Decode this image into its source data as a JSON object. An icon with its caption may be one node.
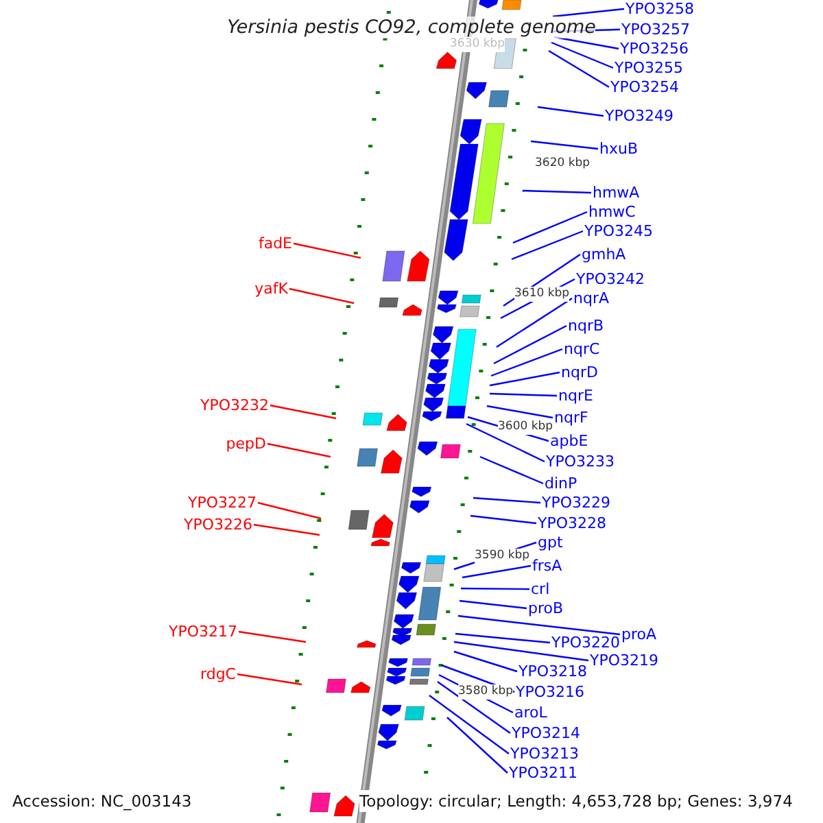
{
  "diagram": {
    "title": "Yersinia pestis CO92, complete genome",
    "nodes": [
      {
        "text": [
          "YPO3258"
        ]
      },
      {
        "text": [
          "YPO3257"
        ]
      },
      {
        "text": [
          "YPO3256"
        ]
      },
      {
        "text": [
          "YPO3255"
        ]
      },
      {
        "text": [
          "YPO3254"
        ]
      },
      {
        "text": [
          "YPO3249"
        ]
      },
      {
        "text": [
          "hxuB"
        ]
      },
      {
        "text": [
          "hmwA"
        ]
      },
      {
        "text": [
          "hmwC"
        ]
      },
      {
        "text": [
          "YPO3245"
        ]
      },
      {
        "text": [
          "fadE"
        ]
      },
      {
        "text": [
          "gmhA"
        ]
      },
      {
        "text": [
          "YPO3242"
        ]
      },
      {
        "text": [
          "yafK"
        ]
      },
      {
        "text": [
          "nqrA"
        ]
      },
      {
        "text": [
          "nqrB"
        ]
      },
      {
        "text": [
          "nqrC"
        ]
      },
      {
        "text": [
          "nqrD"
        ]
      },
      {
        "text": [
          "nqrE"
        ]
      },
      {
        "text": [
          "YPO3232"
        ]
      },
      {
        "text": [
          "nqrF"
        ]
      },
      {
        "text": [
          "apbE"
        ]
      },
      {
        "text": [
          "pepD"
        ]
      },
      {
        "text": [
          "YPO3233"
        ]
      },
      {
        "text": [
          "dinP"
        ]
      },
      {
        "text": [
          "YPO3229"
        ]
      },
      {
        "text": [
          "YPO3227"
        ]
      },
      {
        "text": [
          "YPO3228"
        ]
      },
      {
        "text": [
          "YPO3226"
        ]
      },
      {
        "text": [
          "gpt"
        ]
      },
      {
        "text": [
          "frsA"
        ]
      },
      {
        "text": [
          "crl"
        ]
      },
      {
        "text": [
          "proB"
        ]
      },
      {
        "text": [
          "YPO3217"
        ]
      },
      {
        "text": [
          "proA"
        ]
      },
      {
        "text": [
          "YPO3220"
        ]
      },
      {
        "text": [
          "YPO3219"
        ]
      },
      {
        "text": [
          "YPO3218"
        ]
      },
      {
        "text": [
          "rdgC"
        ]
      },
      {
        "text": [
          "YPO3216"
        ]
      },
      {
        "text": [
          "aroL"
        ]
      },
      {
        "text": [
          "YPO3214"
        ]
      },
      {
        "text": [
          "YPO3213"
        ]
      },
      {
        "text": [
          "YPO3211"
        ]
      }
    ],
    "edges": [
      {
        "from": 0,
        "to": null,
        "arrow": "none"
      },
      {
        "from": 1,
        "to": null,
        "arrow": "none"
      },
      {
        "from": 2,
        "to": null,
        "arrow": "none"
      },
      {
        "from": 3,
        "to": null,
        "arrow": "none"
      },
      {
        "from": 4,
        "to": null,
        "arrow": "none"
      },
      {
        "from": 5,
        "to": null,
        "arrow": "none"
      },
      {
        "from": 6,
        "to": null,
        "arrow": "none"
      },
      {
        "from": 7,
        "to": null,
        "arrow": "none"
      },
      {
        "from": 8,
        "to": null,
        "arrow": "none"
      },
      {
        "from": 9,
        "to": null,
        "arrow": "none"
      },
      {
        "from": 10,
        "to": null,
        "arrow": "none",
        "color": "#ff0000"
      },
      {
        "from": 11,
        "to": null,
        "arrow": "none"
      },
      {
        "from": 12,
        "to": null,
        "arrow": "none"
      },
      {
        "from": 13,
        "to": null,
        "arrow": "none",
        "color": "#ff0000"
      },
      {
        "from": 14,
        "to": null,
        "arrow": "none"
      },
      {
        "from": 15,
        "to": null,
        "arrow": "none"
      },
      {
        "from": 16,
        "to": null,
        "arrow": "none"
      },
      {
        "from": 17,
        "to": null,
        "arrow": "none"
      },
      {
        "from": 18,
        "to": null,
        "arrow": "none"
      },
      {
        "from": 19,
        "to": null,
        "arrow": "none",
        "color": "#ff0000"
      },
      {
        "from": 20,
        "to": null,
        "arrow": "none"
      },
      {
        "from": 21,
        "to": null,
        "arrow": "none"
      },
      {
        "from": 22,
        "to": null,
        "arrow": "none",
        "color": "#ff0000"
      },
      {
        "from": 23,
        "to": null,
        "arrow": "none"
      },
      {
        "from": 24,
        "to": null,
        "arrow": "none"
      },
      {
        "from": 25,
        "to": null,
        "arrow": "none"
      },
      {
        "from": 26,
        "to": null,
        "arrow": "none",
        "color": "#ff0000"
      },
      {
        "from": 27,
        "to": null,
        "arrow": "none"
      },
      {
        "from": 28,
        "to": null,
        "arrow": "none",
        "color": "#ff0000"
      },
      {
        "from": 29,
        "to": null,
        "arrow": "none"
      },
      {
        "from": 30,
        "to": null,
        "arrow": "none"
      },
      {
        "from": 31,
        "to": null,
        "arrow": "none"
      },
      {
        "from": 32,
        "to": null,
        "arrow": "none"
      },
      {
        "from": 33,
        "to": null,
        "arrow": "none",
        "color": "#ff0000"
      },
      {
        "from": 34,
        "to": null,
        "arrow": "none"
      },
      {
        "from": 35,
        "to": null,
        "arrow": "none"
      },
      {
        "from": 36,
        "to": null,
        "arrow": "none"
      },
      {
        "from": 37,
        "to": null,
        "arrow": "none"
      },
      {
        "from": 38,
        "to": null,
        "arrow": "none",
        "color": "#ff0000"
      },
      {
        "from": 39,
        "to": null,
        "arrow": "none"
      },
      {
        "from": 40,
        "to": null,
        "arrow": "none"
      },
      {
        "from": 41,
        "to": null,
        "arrow": "none"
      },
      {
        "from": 42,
        "to": null,
        "arrow": "none"
      },
      {
        "from": 43,
        "to": null,
        "arrow": "none"
      }
    ],
    "labels": [
      "3630 kbp",
      "3620 kbp",
      "3610 kbp",
      "3600 kbp",
      "3590 kbp",
      "3580 kbp",
      "Accession: NC_003143",
      "Topology: circular; Length: 4,653,728 bp; Genes: 3,974"
    ]
  }
}
